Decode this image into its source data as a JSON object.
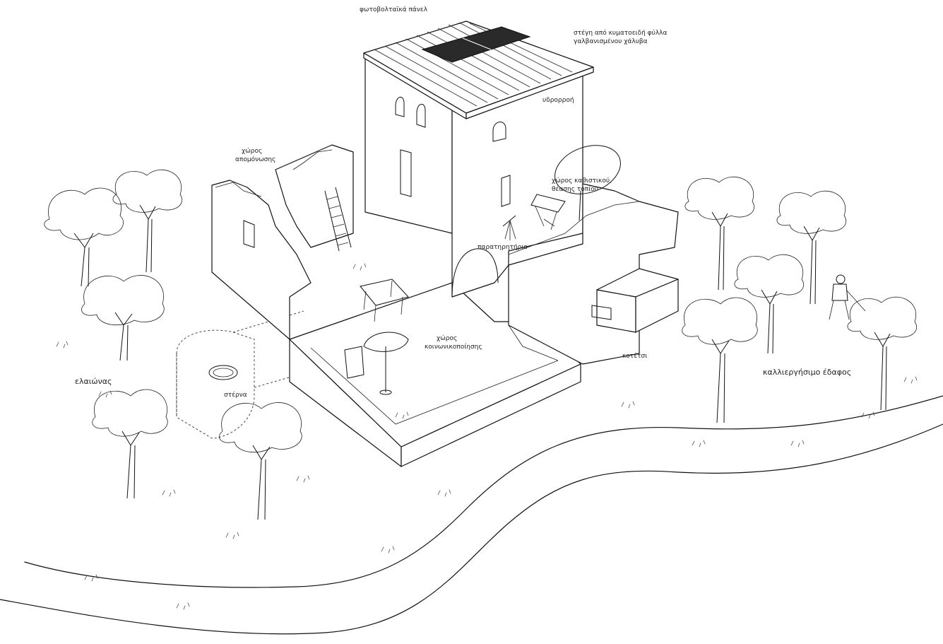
{
  "labels": {
    "solar_panels": "φωτοβολταϊκά πάνελ",
    "roof_line1": "στέγη από κυματοειδή φύλλα",
    "roof_line2": "γαλβανισμένου χάλυβα",
    "gutter": "υδρορροή",
    "isolation_line1": "χώρος",
    "isolation_line2": "απομόνωσης",
    "seating_line1": "χώρος καθιστικού,",
    "seating_line2": "θέασης τοπίου",
    "observatory": "παρατηρητήριο",
    "social_line1": "χώρος",
    "social_line2": "κοινωνικοποίησης",
    "coop": "κοτέτσι",
    "olive_grove": "ελαιώνας",
    "cistern": "στέρνα",
    "farmland": "καλλιεργήσιμο έδαφος"
  },
  "colors": {
    "line": "#111111",
    "background": "#ffffff",
    "panel": "#2a2a2a"
  }
}
